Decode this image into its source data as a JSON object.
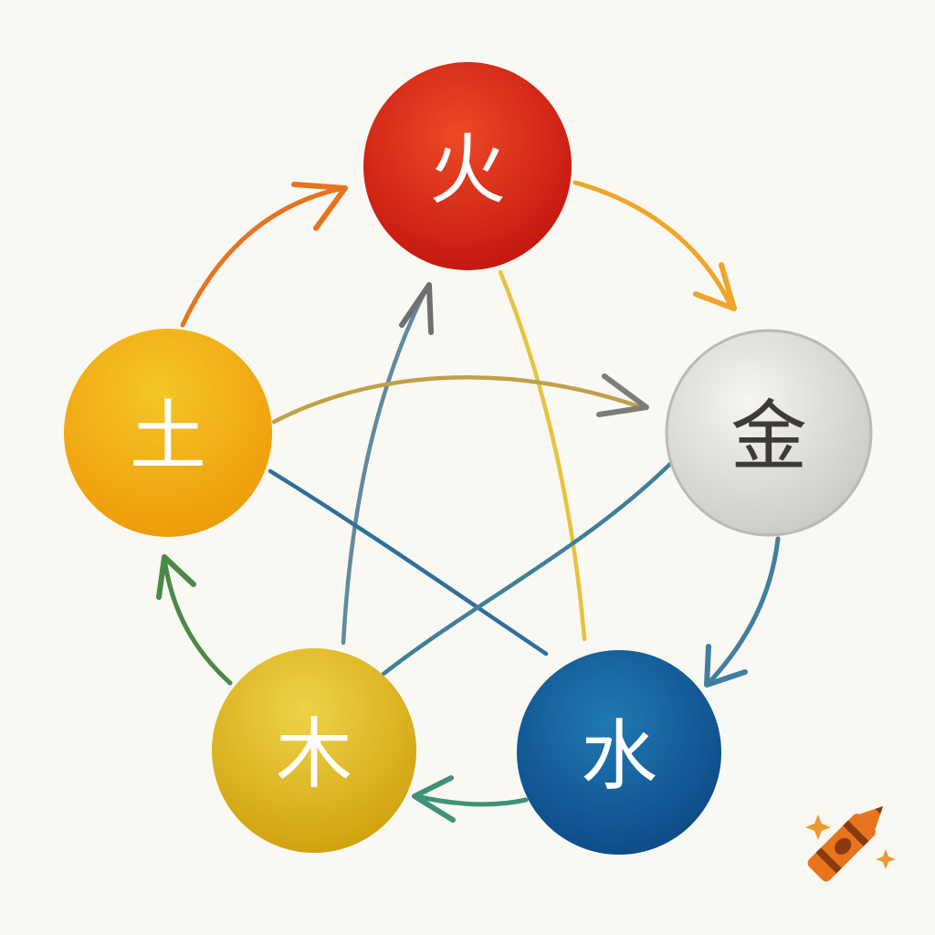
{
  "diagram": {
    "elements": {
      "fire": {
        "label": "火",
        "color_top": "#e83a1e",
        "color_bottom": "#c7160f"
      },
      "metal": {
        "label": "金",
        "color_top": "#f2f2ef",
        "color_bottom": "#c9c9c6"
      },
      "water": {
        "label": "水",
        "color_top": "#1d73ad",
        "color_bottom": "#0d4a86"
      },
      "wood": {
        "label": "木",
        "color_top": "#ecd040",
        "color_bottom": "#d2a50d"
      },
      "earth": {
        "label": "土",
        "color_top": "#f3c323",
        "color_bottom": "#ee9e0a"
      }
    },
    "generating_cycle": [
      {
        "from": "fire",
        "to": "metal",
        "color": "#eea52a"
      },
      {
        "from": "metal",
        "to": "water",
        "color": "#3f7fa0"
      },
      {
        "from": "water",
        "to": "wood",
        "color": "#3f9278"
      },
      {
        "from": "wood",
        "to": "earth",
        "color": "#4b8a46"
      },
      {
        "from": "earth",
        "to": "fire",
        "color": "#e8731f"
      }
    ],
    "star_lines": [
      {
        "from": "fire",
        "to": "water",
        "color": "#e8c23e"
      },
      {
        "from": "wood",
        "to": "fire",
        "color": "#5f8aa0"
      },
      {
        "from": "earth",
        "to": "metal",
        "color": "#c0a047"
      },
      {
        "from": "earth",
        "to": "water",
        "color": "#2f6f9a"
      },
      {
        "from": "metal",
        "to": "wood",
        "color": "#3f7f9a"
      }
    ]
  },
  "logo": {
    "name": "crayon-icon",
    "body_color": "#e8741d",
    "stripe_color": "#8a3a0f",
    "sparkle_color": "#ee9a32"
  }
}
